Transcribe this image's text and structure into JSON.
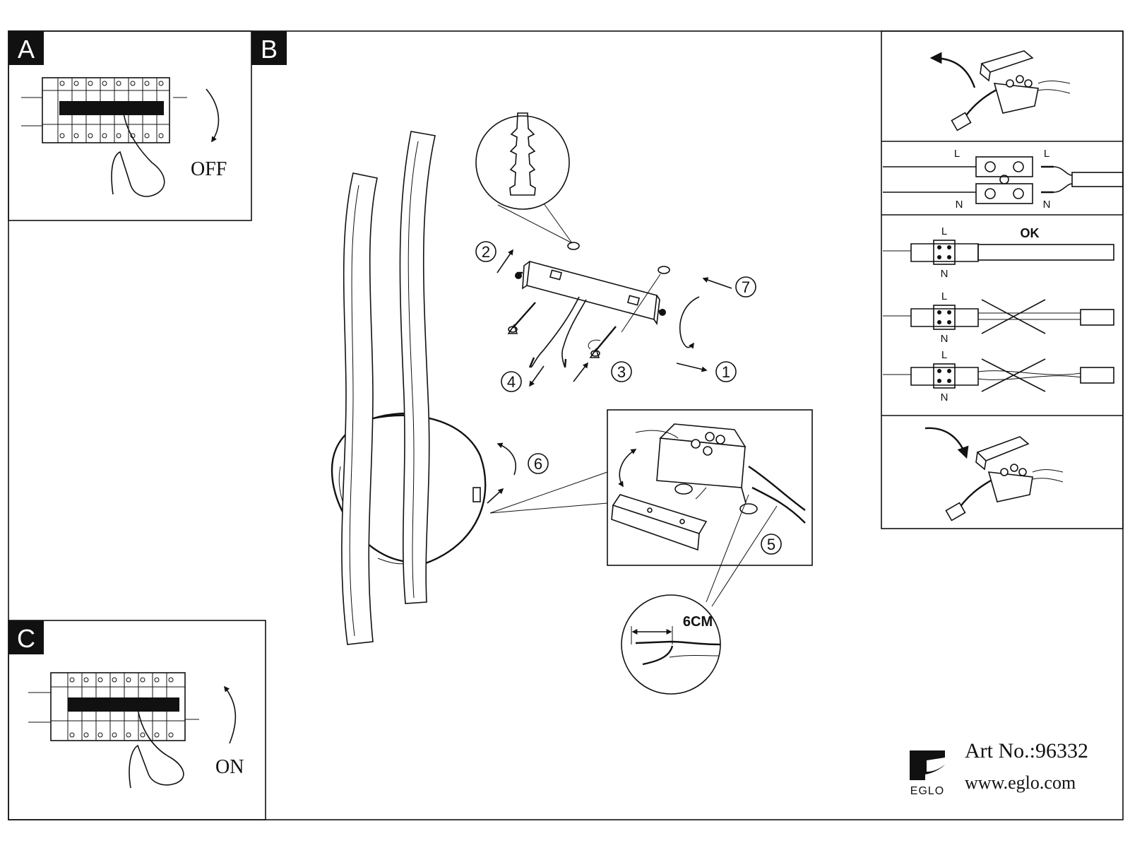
{
  "panels": {
    "a": {
      "letter": "A",
      "switch_label": "OFF"
    },
    "b": {
      "letter": "B"
    },
    "c": {
      "letter": "C",
      "switch_label": "ON"
    }
  },
  "steps": {
    "s1": "1",
    "s2": "2",
    "s3": "3",
    "s4": "4",
    "s5": "5",
    "s6": "6",
    "s7": "7"
  },
  "wiring": {
    "live_left": "L",
    "live_right": "L",
    "neutral_left": "N",
    "neutral_right": "N",
    "ok_label": "OK",
    "ok_l": "L",
    "ok_n": "N",
    "bad1_l": "L",
    "bad1_n": "N",
    "bad2_l": "L",
    "bad2_n": "N"
  },
  "strip_length": "6CM",
  "footer": {
    "brand": "EGLO",
    "art_no": "Art No.:96332",
    "website": "www.eglo.com"
  },
  "icons": {
    "wall-plug": "wall-plug-icon",
    "screw": "screw-icon",
    "bracket": "mounting-bracket-icon",
    "circuit-breaker": "circuit-breaker-icon",
    "terminal-block": "terminal-block-icon",
    "rotate-arrow": "rotate-arrow-icon"
  },
  "colors": {
    "ink": "#111111",
    "paper": "#ffffff"
  }
}
